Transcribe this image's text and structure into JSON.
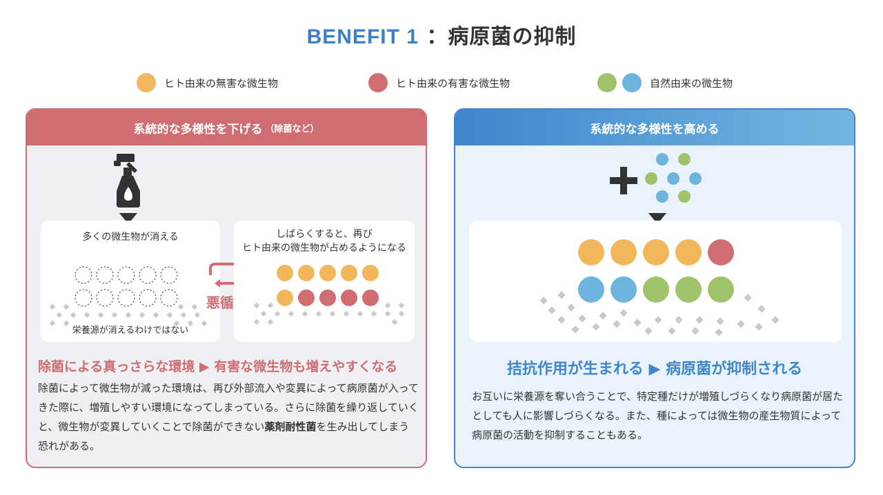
{
  "title": {
    "en": "BENEFIT 1",
    "jp": "：病原菌の抑制"
  },
  "legend": [
    {
      "label": "ヒト由来の無害な微生物"
    },
    {
      "label": "ヒト由来の有害な微生物"
    },
    {
      "label": "自然由来の微生物"
    }
  ],
  "colors": {
    "harmless": "#f3b75b",
    "harmful": "#cf6d72",
    "nature_green": "#9fc26a",
    "nature_blue": "#6db5df",
    "left_accent": "#cf6d72",
    "right_accent": "#3f86cc"
  },
  "left": {
    "header": "系統的な多様性を下げる",
    "header_small": "（除菌など）",
    "box1_label": "多くの微生物が消える",
    "box1_caption": "栄養源が消えるわけではない",
    "box2_label_line1": "しばらくすると、再び",
    "box2_label_line2": "ヒト由来の微生物が占めるようになる",
    "cycle_label": "悪循環",
    "heading": "除菌による真っさらな環境 ▶ 有害な微生物も増えやすくなる",
    "body_main": "除菌によって微生物が減った環境は、再び外部流入や変異によって病原菌が入ってきた際に、増殖しやすい環境になってしまっている。さらに除菌を繰り返していくと、微生物が変異していくことで除菌ができない",
    "body_bold": "薬剤耐性菌",
    "body_tail": "を生み出してしまう恐れがある。",
    "icons": {
      "spray": "spray-bottle-icon",
      "arrow": "triangle-down-icon",
      "cycle": "cycle-arrows-icon"
    }
  },
  "right": {
    "header": "系統的な多様性を高める",
    "heading": "拮抗作用が生まれる ▶ 病原菌が抑制される",
    "body": "お互いに栄養源を奪い合うことで、特定種だけが増殖しづらくなり病原菌が居たとしても人に影響しづらくなる。また、種によっては微生物の産生物質によって病原菌の活動を抑制することもある。",
    "icons": {
      "plus": "plus-icon",
      "arrow": "triangle-down-icon"
    }
  }
}
